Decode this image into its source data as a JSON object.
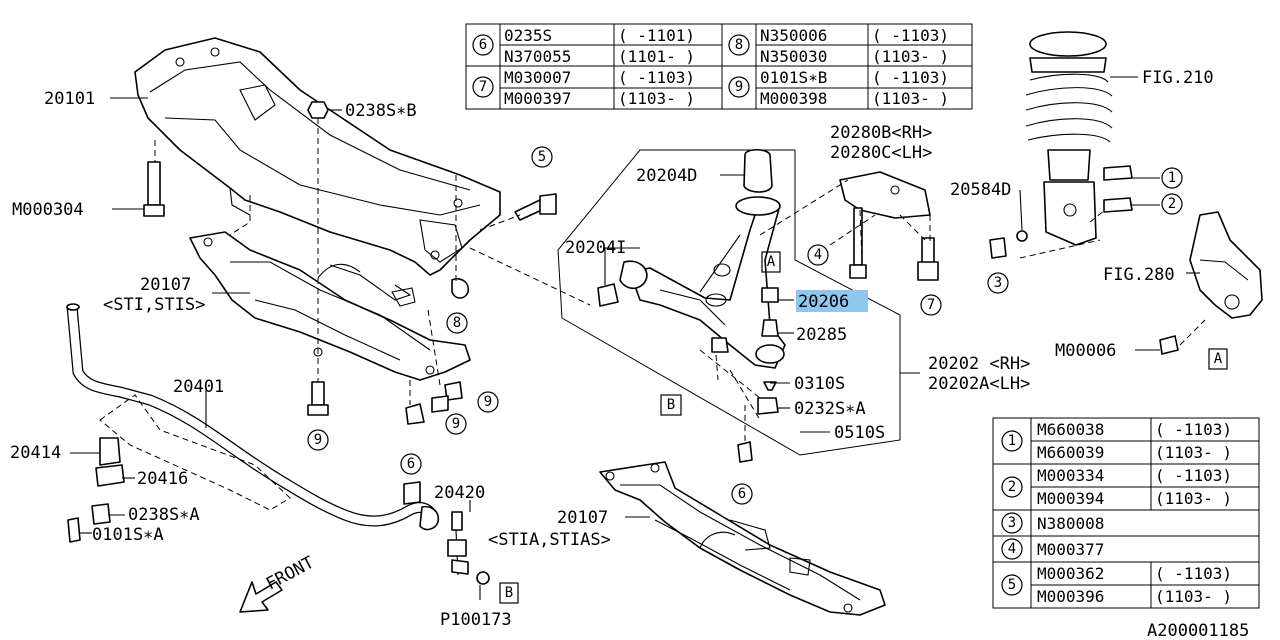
{
  "callouts": {
    "p20101": "20101",
    "p0238SB": "0238S∗B",
    "pM000304": "M000304",
    "p20107a": "20107",
    "p20107a_sub": "<STI,STIS>",
    "p20401": "20401",
    "p20414": "20414",
    "p20416": "20416",
    "p0238SA": "0238S∗A",
    "p0101SA": "0101S∗A",
    "p20420": "20420",
    "pP100173": "P100173",
    "p20107b": "20107",
    "p20107b_sub": "<STIA,STIAS>",
    "p20204D": "20204D",
    "p20204I": "20204I",
    "p20206": "20206",
    "p20285": "20285",
    "p0310S": "0310S",
    "p0232SA": "0232S∗A",
    "p0510S": "0510S",
    "p20202": "20202  <RH>",
    "p20202A": "20202A<LH>",
    "p20280B": "20280B<RH>",
    "p20280C": "20280C<LH>",
    "p20584D": "20584D",
    "pFIG210": "FIG.210",
    "pFIG280": "FIG.280",
    "pM00006": "M00006",
    "front": "FRONT",
    "figure_id": "A200001185"
  },
  "markers": {
    "A": "A",
    "B": "B",
    "n1": "1",
    "n2": "2",
    "n3": "3",
    "n4": "4",
    "n5": "5",
    "n6": "6",
    "n7": "7",
    "n8": "8",
    "n9": "9"
  },
  "top_table": {
    "rows": [
      {
        "ref": "6",
        "part": "0235S",
        "range": "(  -1101)",
        "ref2": "8",
        "part2": "N350006",
        "range2": "(  -1103)"
      },
      {
        "ref": "",
        "part": "N370055",
        "range": "(1101-  )",
        "ref2": "",
        "part2": "N350030",
        "range2": "(1103-  )"
      },
      {
        "ref": "7",
        "part": "M030007",
        "range": "(  -1103)",
        "ref2": "9",
        "part2": "0101S∗B",
        "range2": "(  -1103)"
      },
      {
        "ref": "",
        "part": "M000397",
        "range": "(1103-  )",
        "ref2": "",
        "part2": "M000398",
        "range2": "(1103-  )"
      }
    ]
  },
  "bottom_table": {
    "rows": [
      {
        "ref": "1",
        "part": "M660038",
        "range": "(  -1103)"
      },
      {
        "ref": "",
        "part": "M660039",
        "range": "(1103-  )"
      },
      {
        "ref": "2",
        "part": "M000334",
        "range": "(  -1103)"
      },
      {
        "ref": "",
        "part": "M000394",
        "range": "(1103-  )"
      },
      {
        "ref": "3",
        "part": "N380008",
        "range": ""
      },
      {
        "ref": "4",
        "part": "M000377",
        "range": ""
      },
      {
        "ref": "5",
        "part": "M000362",
        "range": "(  -1103)"
      },
      {
        "ref": "",
        "part": "M000396",
        "range": "(1103-  )"
      }
    ]
  },
  "colors": {
    "highlight": "#8fc6ee",
    "ink": "#000000"
  }
}
